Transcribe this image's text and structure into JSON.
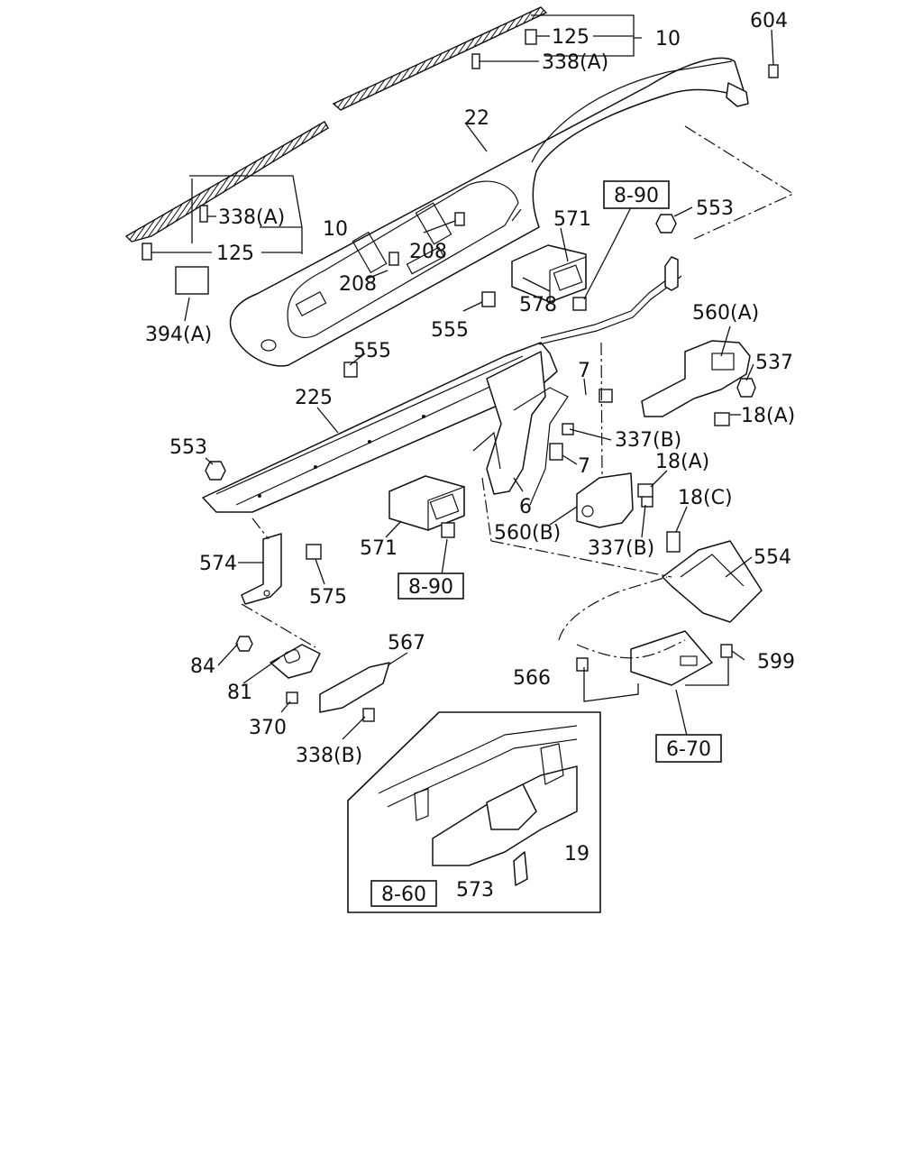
{
  "labels": {
    "l125_top": "125",
    "l10_top": "10",
    "l604": "604",
    "l338a_top": "338(A)",
    "l22": "22",
    "l338a_left": "338(A)",
    "l10_left": "10",
    "l125_left": "125",
    "l208_a": "208",
    "l208_b": "208",
    "l571_top": "571",
    "l553_top": "553",
    "l578": "578",
    "l394a": "394(A)",
    "l555_right": "555",
    "l555_left": "555",
    "l560a": "560(A)",
    "l537": "537",
    "l225": "225",
    "l7_a": "7",
    "l18a_right": "18(A)",
    "l337b_a": "337(B)",
    "l553_left": "553",
    "l7_b": "7",
    "l18a_mid": "18(A)",
    "l6": "6",
    "l18c": "18(C)",
    "l560b": "560(B)",
    "l571_mid": "571",
    "l337b_b": "337(B)",
    "l574": "574",
    "l554": "554",
    "l575": "575",
    "l567": "567",
    "l599": "599",
    "l84": "84",
    "l566": "566",
    "l81": "81",
    "l370": "370",
    "l338b": "338(B)",
    "l19": "19",
    "l573": "573"
  },
  "refs": {
    "r890_top": "8-90",
    "r890_mid": "8-90",
    "r670": "6-70",
    "r860": "8-60"
  }
}
